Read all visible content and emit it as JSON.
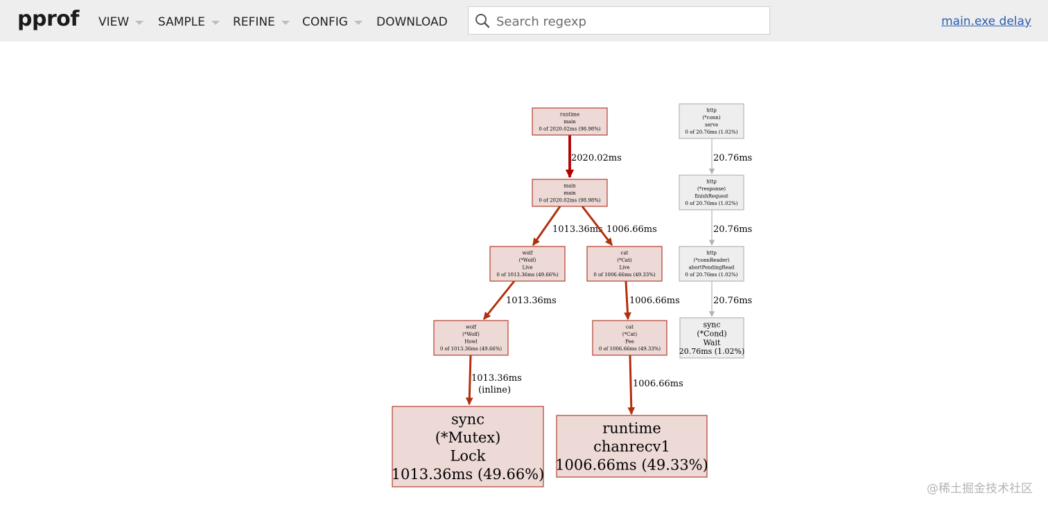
{
  "header": {
    "logo": "pprof",
    "menus": [
      {
        "label": "VIEW",
        "has_caret": true
      },
      {
        "label": "SAMPLE",
        "has_caret": true
      },
      {
        "label": "REFINE",
        "has_caret": true
      },
      {
        "label": "CONFIG",
        "has_caret": true
      },
      {
        "label": "DOWNLOAD",
        "has_caret": false
      }
    ],
    "search": {
      "placeholder": "Search regexp",
      "value": "",
      "icon": "search-icon"
    },
    "profile_title": "main.exe delay"
  },
  "graph": {
    "nodes": [
      {
        "id": "runtime_main",
        "lines": [
          "runtime",
          "main",
          "0 of 2020.02ms (98.98%)"
        ],
        "style": "hot"
      },
      {
        "id": "main_main",
        "lines": [
          "main",
          "main",
          "0 of 2020.02ms (98.98%)"
        ],
        "style": "hot"
      },
      {
        "id": "wolf_live",
        "lines": [
          "wolf",
          "(*Wolf)",
          "Live",
          "0 of 1013.36ms (49.66%)"
        ],
        "style": "hot"
      },
      {
        "id": "cat_live",
        "lines": [
          "cat",
          "(*Cat)",
          "Live",
          "0 of 1006.66ms (49.33%)"
        ],
        "style": "hot"
      },
      {
        "id": "wolf_howl",
        "lines": [
          "wolf",
          "(*Wolf)",
          "Howl",
          "0 of 1013.36ms (49.66%)"
        ],
        "style": "hot"
      },
      {
        "id": "cat_pee",
        "lines": [
          "cat",
          "(*Cat)",
          "Pee",
          "0 of 1006.66ms (49.33%)"
        ],
        "style": "hot"
      },
      {
        "id": "sync_mutex_lock",
        "lines": [
          "sync",
          "(*Mutex)",
          "Lock",
          "1013.36ms (49.66%)"
        ],
        "style": "hot"
      },
      {
        "id": "runtime_chanrecv1",
        "lines": [
          "runtime",
          "chanrecv1",
          "1006.66ms (49.33%)"
        ],
        "style": "hot"
      },
      {
        "id": "http_conn_serve",
        "lines": [
          "http",
          "(*conn)",
          "serve",
          "0 of 20.76ms (1.02%)"
        ],
        "style": "cold"
      },
      {
        "id": "http_response_finish",
        "lines": [
          "http",
          "(*response)",
          "finishRequest",
          "0 of 20.76ms (1.02%)"
        ],
        "style": "cold"
      },
      {
        "id": "http_connreader_abort",
        "lines": [
          "http",
          "(*connReader)",
          "abortPendingRead",
          "0 of 20.76ms (1.02%)"
        ],
        "style": "cold"
      },
      {
        "id": "sync_cond_wait",
        "lines": [
          "sync",
          "(*Cond)",
          "Wait",
          "20.76ms (1.02%)"
        ],
        "style": "cold"
      }
    ],
    "edges": [
      {
        "from": "runtime_main",
        "to": "main_main",
        "label": "2020.02ms",
        "weight": "heavy"
      },
      {
        "from": "main_main",
        "to": "wolf_live",
        "label": "1013.36ms",
        "weight": "medium"
      },
      {
        "from": "main_main",
        "to": "cat_live",
        "label": "1006.66ms",
        "weight": "medium"
      },
      {
        "from": "wolf_live",
        "to": "wolf_howl",
        "label": "1013.36ms",
        "weight": "medium"
      },
      {
        "from": "cat_live",
        "to": "cat_pee",
        "label": "1006.66ms",
        "weight": "medium"
      },
      {
        "from": "wolf_howl",
        "to": "sync_mutex_lock",
        "label": "1013.36ms",
        "label2": "(inline)",
        "weight": "medium"
      },
      {
        "from": "cat_pee",
        "to": "runtime_chanrecv1",
        "label": "1006.66ms",
        "weight": "medium"
      },
      {
        "from": "http_conn_serve",
        "to": "http_response_finish",
        "label": "20.76ms",
        "weight": "light"
      },
      {
        "from": "http_response_finish",
        "to": "http_connreader_abort",
        "label": "20.76ms",
        "weight": "light"
      },
      {
        "from": "http_connreader_abort",
        "to": "sync_cond_wait",
        "label": "20.76ms",
        "weight": "light"
      }
    ],
    "colors": {
      "hot_fill": "#eddad7",
      "hot_border": "#b23c2a",
      "cold_fill": "#eeeeee",
      "cold_border": "#b4b4b4",
      "edge_heavy": "#b20000",
      "edge_medium": "#b22f0c",
      "edge_light": "#b2b2b2"
    }
  },
  "watermark": "@稀土掘金技术社区"
}
